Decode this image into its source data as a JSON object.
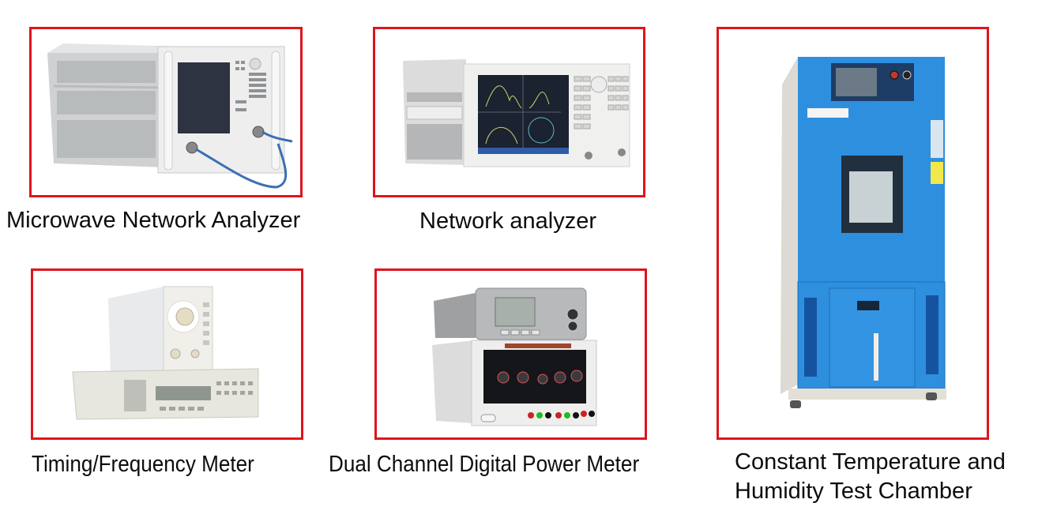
{
  "items": [
    {
      "label": "Microwave Network Analyzer",
      "image": "microwave-network-analyzer-photo"
    },
    {
      "label": "Network analyzer",
      "image": "network-analyzer-photo"
    },
    {
      "label": "Constant Temperature and",
      "label_line2": "Humidity Test Chamber",
      "image": "temperature-humidity-chamber-photo"
    },
    {
      "label": "Timing/Frequency Meter",
      "image": "timing-frequency-meter-photo"
    },
    {
      "label": "Dual Channel Digital Power Meter",
      "image": "power-meter-photo"
    }
  ],
  "colors": {
    "frame": "#e0141b",
    "chamber_blue": "#2f8fdf",
    "instrument_grey": "#e6e6e2",
    "screen_dark": "#2d3340"
  }
}
